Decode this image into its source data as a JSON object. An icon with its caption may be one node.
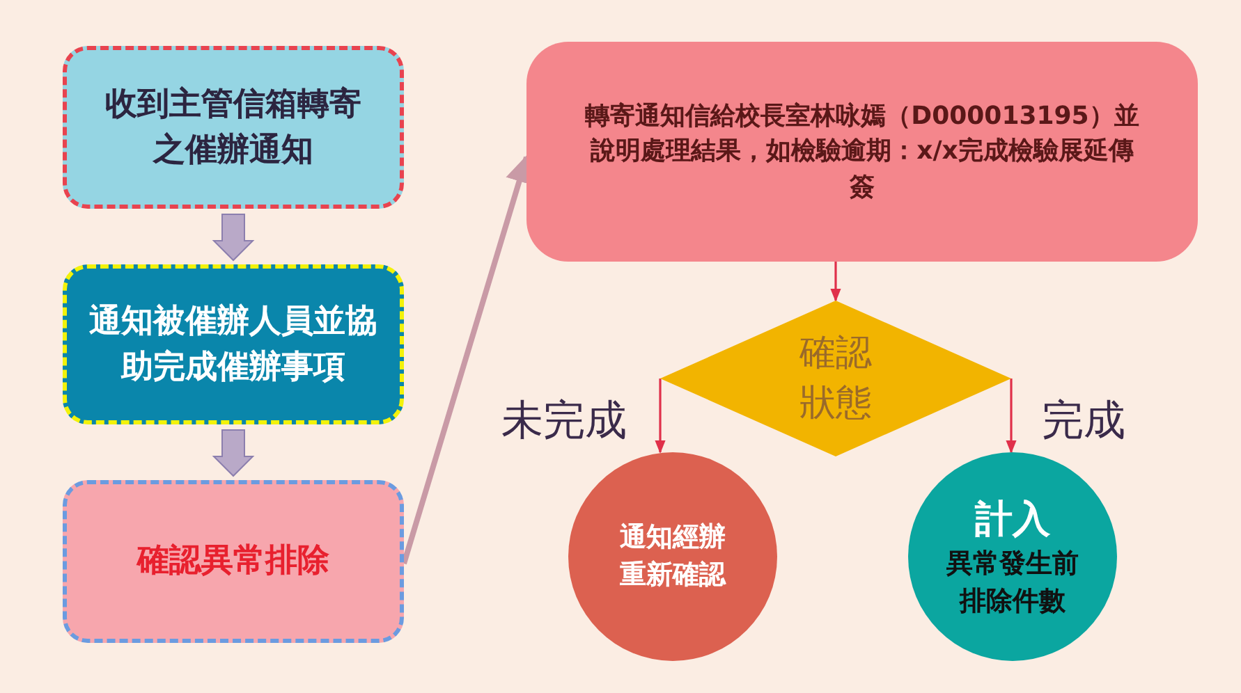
{
  "diagram": {
    "nodes": [
      {
        "text": [
          "收到主管信箱轉寄之催辦通知"
        ]
      },
      {
        "text": [
          "通知被催辦人員並協助完成催辦事項"
        ]
      },
      {
        "text": [
          "確認異常排除"
        ]
      },
      {
        "text": [
          "轉寄通知信給校長室林咏嫣（D000013195）並說明處理結果，如檢驗逾期：x/x完成檢驗展延傳簽"
        ]
      },
      {
        "text": [
          "確認狀態"
        ]
      },
      {
        "text": [
          "通知經辦重新確認"
        ]
      },
      {
        "text": [
          "計入",
          "異常發生前排除件數"
        ]
      }
    ],
    "edges": [
      {
        "from": 0,
        "to": 1,
        "arrow": "to",
        "style": "thick",
        "color": "#b9a9c8"
      },
      {
        "from": 1,
        "to": 2,
        "arrow": "to",
        "style": "thick",
        "color": "#b9a9c8"
      },
      {
        "from": 2,
        "to": 3,
        "arrow": "to",
        "style": "thick",
        "color": "#c99aa6"
      },
      {
        "from": 3,
        "to": 4,
        "arrow": "to"
      },
      {
        "from": 4,
        "to": 5,
        "arrow": "to",
        "label": "未完成"
      },
      {
        "from": 4,
        "to": 6,
        "arrow": "to",
        "label": "完成"
      }
    ]
  }
}
